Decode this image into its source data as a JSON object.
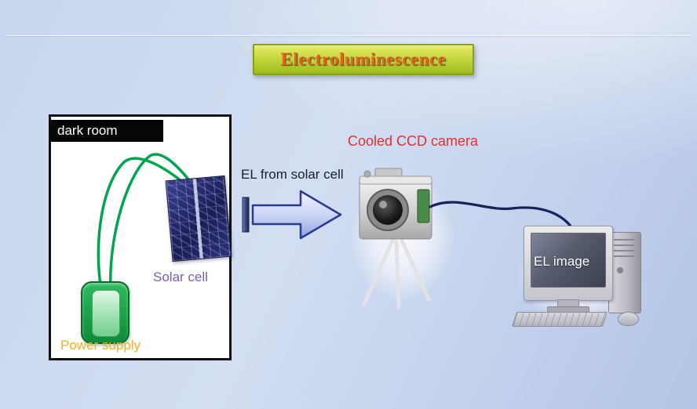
{
  "title": {
    "label": "Electroluminescence"
  },
  "dark_room": {
    "label": "dark room",
    "solar_cell_label": "Solar cell",
    "power_supply_label": "Power supply"
  },
  "flow": {
    "el_arrow_label": "EL from solar cell"
  },
  "camera": {
    "label": "Cooled CCD camera"
  },
  "monitor": {
    "screen_label": "EL image"
  },
  "colors": {
    "title_text": "#e8641e",
    "camera_label": "#e23030",
    "solar_cell_label": "#7a5ab5",
    "power_supply_label": "#f0b830",
    "wire": "#00a550",
    "cable": "#16245e",
    "arrow_outline": "#2a3a8c"
  }
}
